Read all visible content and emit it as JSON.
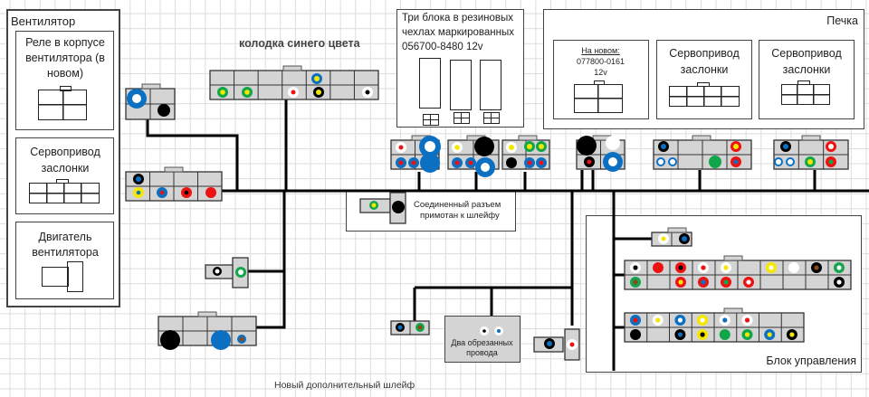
{
  "fan_panel": {
    "title": "Вентилятор",
    "relay": "Реле в корпусе вентилятора (в новом)",
    "servo": "Сервопривод заслонки",
    "motor": "Двигатель вентилятора"
  },
  "blue_block_label": "колодка синего цвета",
  "three_blocks": {
    "text_line1": "Три блока в резиновых",
    "text_line2": "чехлах маркированных",
    "text_line3": "056700-8480 12v"
  },
  "heater_panel": {
    "title": "Печка",
    "new_label": "На новом:",
    "part_number": "077800-0161",
    "voltage": "12v",
    "servo1": "Сервопривод заслонки",
    "servo2": "Сервопривод заслонки"
  },
  "joined_connector": {
    "line1": "Соединенный разъем",
    "line2": "примотан к шлейфу"
  },
  "cut_wires": {
    "line1": "Два обрезанных",
    "line2": "провода"
  },
  "control_unit": "Блок управления",
  "new_harness": "Новый дополнительный шлейф",
  "colors": {
    "wire": "#000000",
    "connector": "#d4d4d4",
    "blue": "#0b6fc2",
    "green": "#12a64b",
    "yellow": "#f5e800",
    "red": "#ee1111",
    "brown": "#8b4a1e",
    "black": "#000000",
    "white": "#ffffff"
  }
}
